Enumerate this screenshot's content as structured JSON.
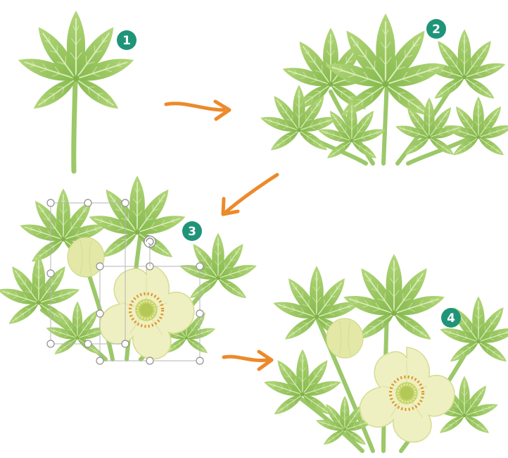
{
  "steps": [
    {
      "label": "1"
    },
    {
      "label": "2"
    },
    {
      "label": "3"
    },
    {
      "label": "4"
    }
  ],
  "colors": {
    "leaf_light": "#a9cf6f",
    "leaf_mid": "#8fbf55",
    "leaf_dark": "#6fa53f",
    "vein": "#d7ecb4",
    "stem": "#9cc869",
    "badge": "#1f9478",
    "arrow": "#ec8a2a",
    "bud": "#e4e8a6",
    "petal": "#eef0c2",
    "petal_edge": "#d8dc93",
    "center": "#c7d66a",
    "stamen": "#e0962a",
    "handle": "#9a9a9a"
  },
  "icons": [
    "rotate-handle-icon"
  ]
}
